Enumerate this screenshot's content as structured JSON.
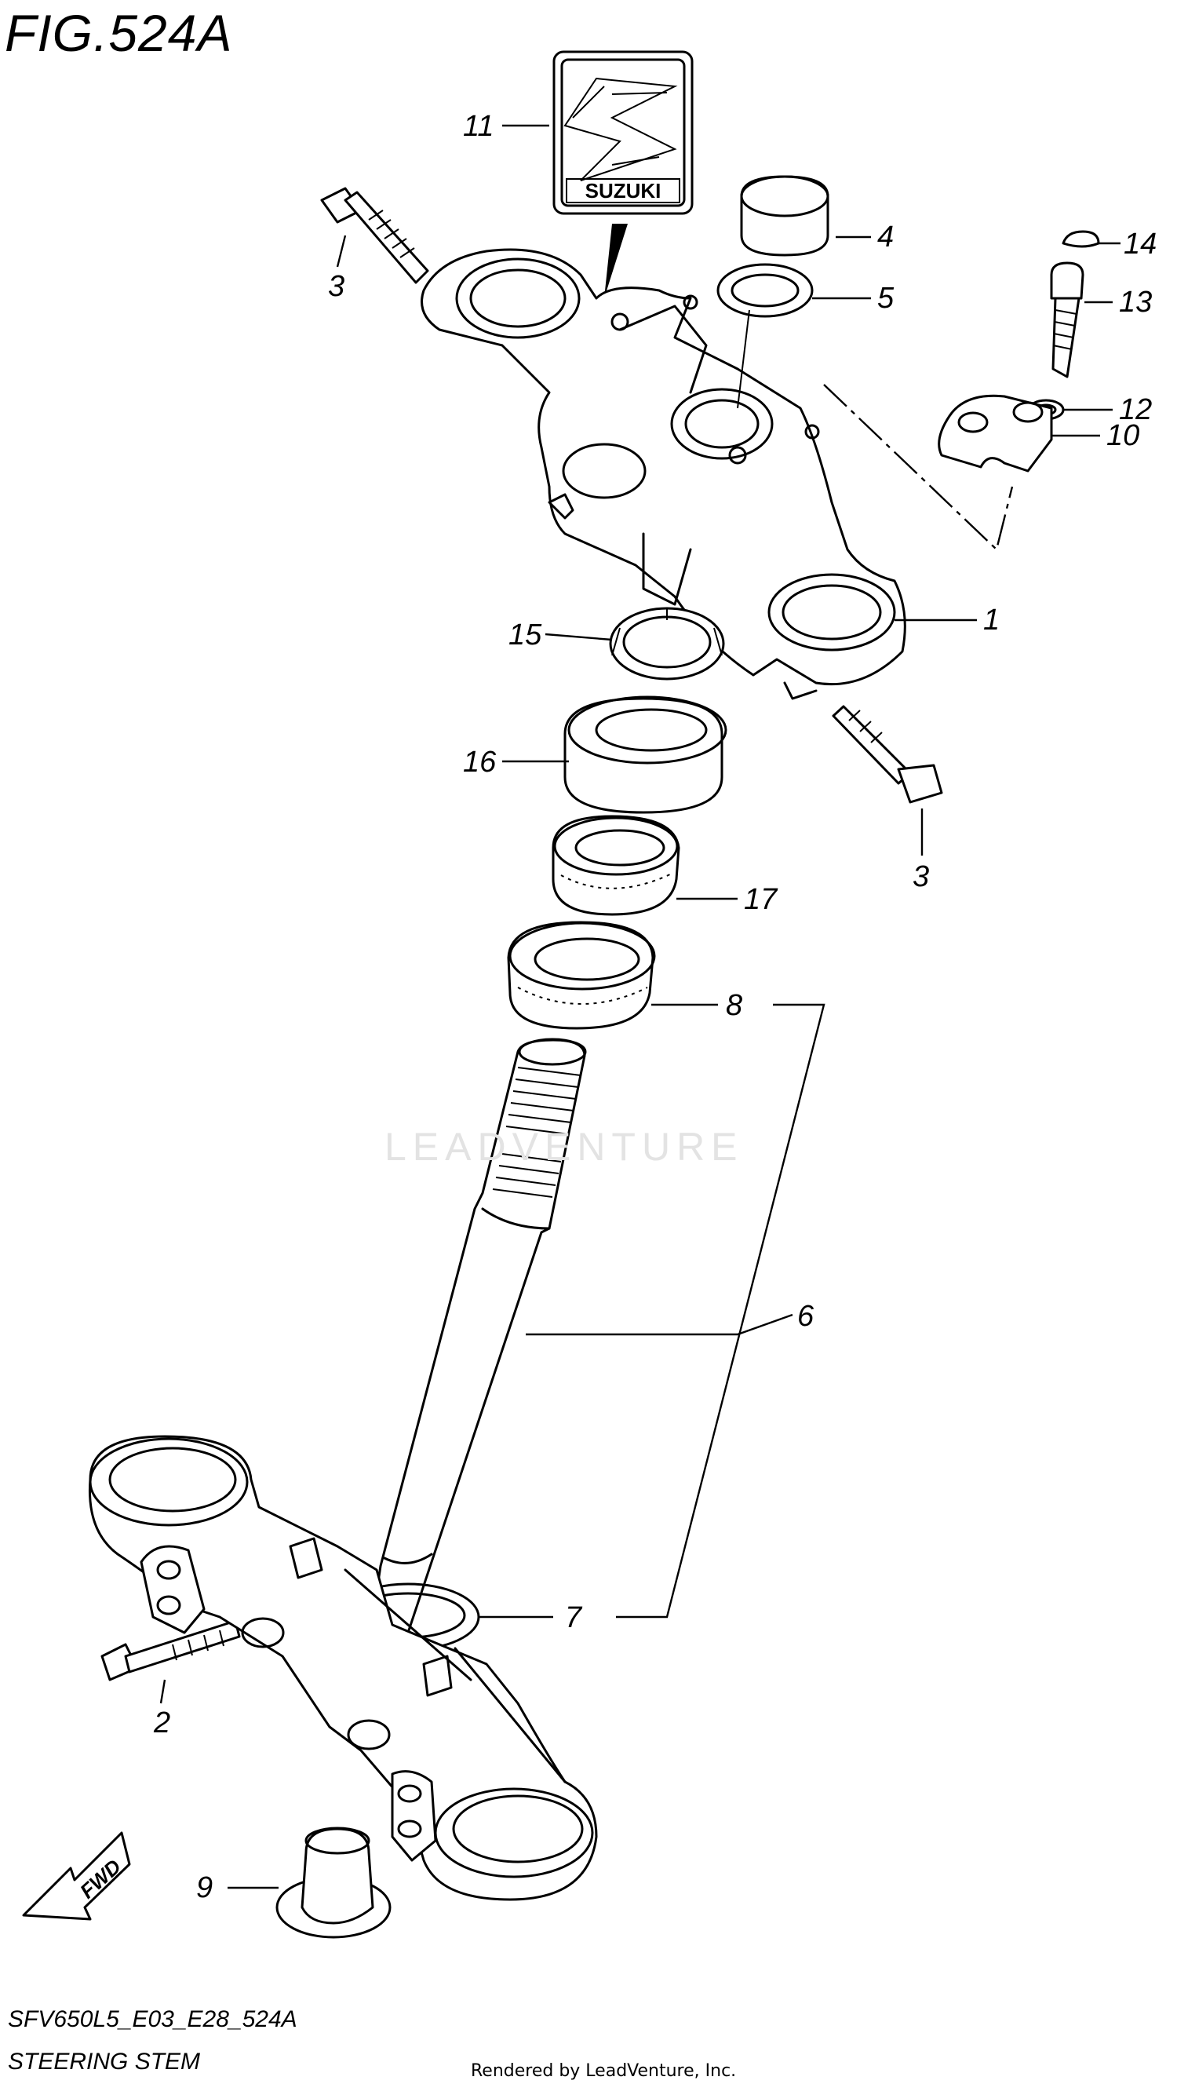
{
  "figure": {
    "title": "FIG.524A",
    "code": "SFV650L5_E03_E28_524A",
    "name": "STEERING STEM"
  },
  "watermark": "LEADVENTURE",
  "footer": {
    "rendered_by": "Rendered by LeadVenture, Inc."
  },
  "emblem": {
    "brand": "SUZUKI"
  },
  "fwd_label": "FWD",
  "callouts": [
    "1",
    "2",
    "3",
    "3",
    "4",
    "5",
    "6",
    "7",
    "8",
    "9",
    "10",
    "11",
    "12",
    "13",
    "14",
    "15",
    "16",
    "17"
  ]
}
